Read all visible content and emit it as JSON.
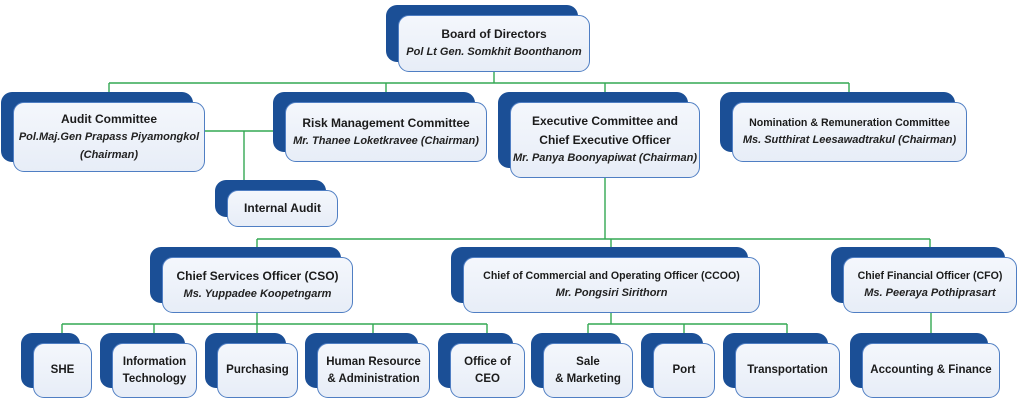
{
  "colors": {
    "shadow_blue": "#1b4f96",
    "border_blue": "#4f7ec3",
    "box_fill": "#eaf0f9",
    "connector_green": "#34a853"
  },
  "nodes": {
    "board": {
      "title": "Board of Directors",
      "name": "Pol Lt Gen. Somkhit Boonthanom"
    },
    "audit": {
      "title": "Audit Committee",
      "name": "Pol.Maj.Gen Prapass Piyamongkol",
      "name2": "(Chairman)"
    },
    "risk": {
      "title": "Risk Management Committee",
      "name": "Mr. Thanee Loketkravee (Chairman)"
    },
    "executive": {
      "title": "Executive Committee and",
      "title2": "Chief Executive Officer",
      "name": "Mr. Panya Boonyapiwat (Chairman)"
    },
    "nomination": {
      "title": "Nomination & Remuneration Committee",
      "name": "Ms. Sutthirat Leesawadtrakul (Chairman)"
    },
    "internal_audit": {
      "title": "Internal Audit"
    },
    "cso": {
      "title": "Chief Services Officer (CSO)",
      "name": "Ms. Yuppadee Koopetngarm"
    },
    "ccoo": {
      "title": "Chief of Commercial and Operating Officer (CCOO)",
      "name": "Mr. Pongsiri Sirithorn"
    },
    "cfo": {
      "title": "Chief Financial Officer (CFO)",
      "name": "Ms. Peeraya Pothiprasart"
    },
    "she": {
      "title": "SHE"
    },
    "information_technology": {
      "title": "Information",
      "title2": "Technology"
    },
    "purchasing": {
      "title": "Purchasing"
    },
    "hr_admin": {
      "title": "Human Resource",
      "title2": "& Administration"
    },
    "office_of_ceo": {
      "title": "Office of",
      "title2": "CEO"
    },
    "sale_marketing": {
      "title": "Sale",
      "title2": "& Marketing"
    },
    "port": {
      "title": "Port"
    },
    "transportation": {
      "title": "Transportation"
    },
    "accounting_finance": {
      "title": "Accounting & Finance"
    }
  }
}
